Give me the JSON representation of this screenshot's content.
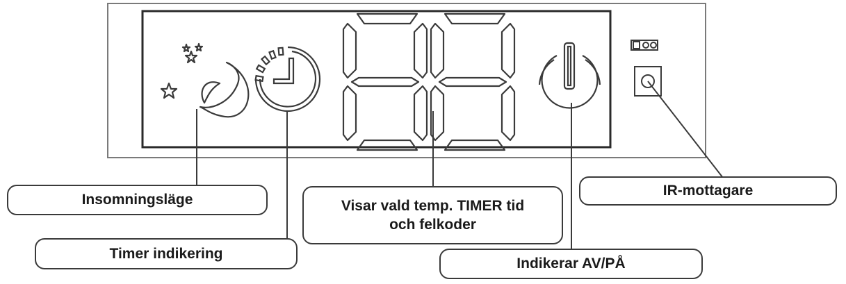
{
  "colors": {
    "stroke": "#3a3a3a",
    "label_text": "#1a1a1a",
    "background": "#ffffff"
  },
  "callouts": {
    "sleep_mode": "Insomningsläge",
    "timer": "Timer indikering",
    "display_line1": "Visar vald temp. TIMER tid",
    "display_line2": "och felkoder",
    "ir_receiver": "IR-mottagare",
    "power": "Indikerar AV/PÅ"
  },
  "icons": [
    "moon-stars-icon",
    "timer-clock-icon",
    "seven-segment-display",
    "power-icon",
    "ir-sensor-icon"
  ]
}
